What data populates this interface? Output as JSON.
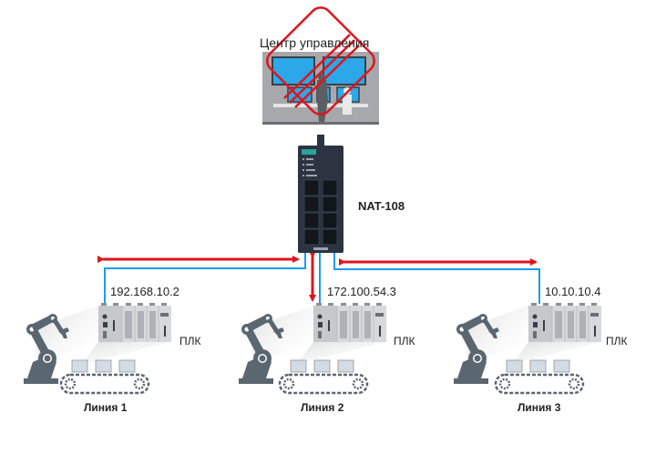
{
  "control_center": {
    "title": "Центр управления",
    "status": "crossed-out",
    "status_color": "#e0141c"
  },
  "switch": {
    "label": "NAT-108",
    "body_color": "#2b3440",
    "brand_color": "#2aa39a"
  },
  "colors": {
    "cable": "#1a9ee8",
    "arrow": "#e0141c",
    "device_gray": "#c9cbcd",
    "robot": "#5a6670"
  },
  "lines": [
    {
      "ip": "192.168.10.2",
      "device": "ПЛК",
      "name": "Линия 1"
    },
    {
      "ip": "172.100.54.3",
      "device": "ПЛК",
      "name": "Линия 2"
    },
    {
      "ip": "10.10.10.4",
      "device": "ПЛК",
      "name": "Линия 3"
    }
  ]
}
